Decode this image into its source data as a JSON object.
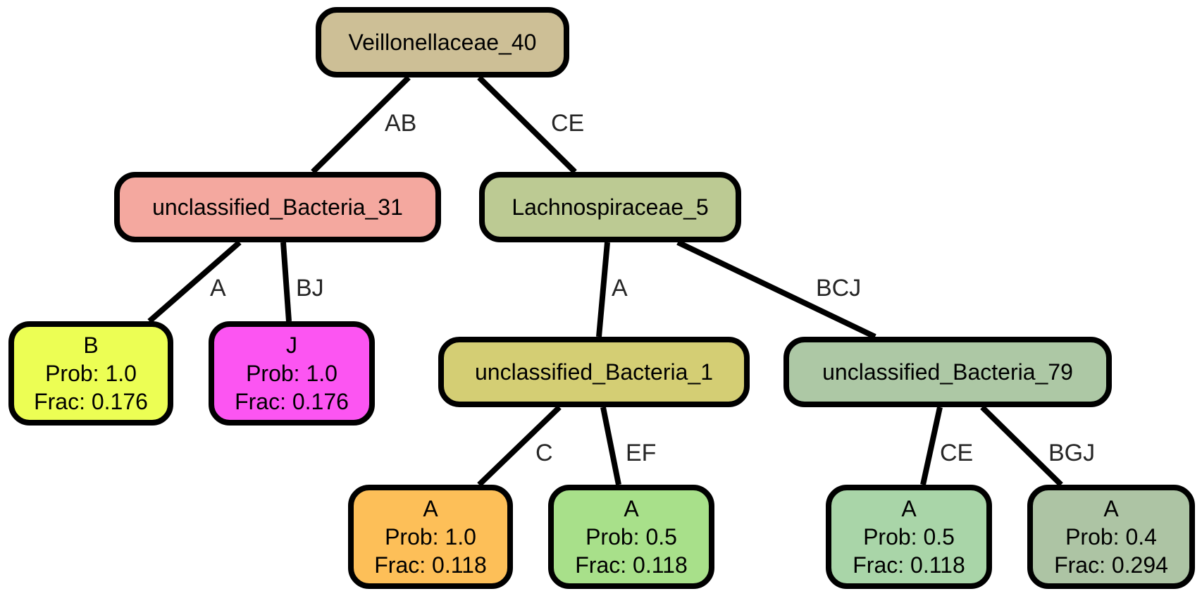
{
  "tree": {
    "nodes": [
      {
        "id": "n_root",
        "lines": [
          "Veillonellaceae_40"
        ],
        "fill": "#cdbf96"
      },
      {
        "id": "n_ub31",
        "lines": [
          "unclassified_Bacteria_31"
        ],
        "fill": "#f4a89f"
      },
      {
        "id": "n_lach5",
        "lines": [
          "Lachnospiraceae_5"
        ],
        "fill": "#bcca93"
      },
      {
        "id": "n_b",
        "lines": [
          "B",
          "Prob: 1.0",
          "Frac: 0.176"
        ],
        "fill": "#ecfe54"
      },
      {
        "id": "n_j",
        "lines": [
          "J",
          "Prob: 1.0",
          "Frac: 0.176"
        ],
        "fill": "#fc55f2"
      },
      {
        "id": "n_ub1",
        "lines": [
          "unclassified_Bacteria_1"
        ],
        "fill": "#d4ce74"
      },
      {
        "id": "n_ub79",
        "lines": [
          "unclassified_Bacteria_79"
        ],
        "fill": "#adc8a5"
      },
      {
        "id": "n_a1",
        "lines": [
          "A",
          "Prob: 1.0",
          "Frac: 0.118"
        ],
        "fill": "#fdbf58"
      },
      {
        "id": "n_a2",
        "lines": [
          "A",
          "Prob: 0.5",
          "Frac: 0.118"
        ],
        "fill": "#a8e08a"
      },
      {
        "id": "n_a3",
        "lines": [
          "A",
          "Prob: 0.5",
          "Frac: 0.118"
        ],
        "fill": "#a9d5a8"
      },
      {
        "id": "n_a4",
        "lines": [
          "A",
          "Prob: 0.4",
          "Frac: 0.294"
        ],
        "fill": "#adc4a4"
      }
    ],
    "edges": [
      {
        "from": "n_root",
        "to": "n_ub31",
        "label": "AB"
      },
      {
        "from": "n_root",
        "to": "n_lach5",
        "label": "CE"
      },
      {
        "from": "n_ub31",
        "to": "n_b",
        "label": "A"
      },
      {
        "from": "n_ub31",
        "to": "n_j",
        "label": "BJ"
      },
      {
        "from": "n_lach5",
        "to": "n_ub1",
        "label": "A"
      },
      {
        "from": "n_lach5",
        "to": "n_ub79",
        "label": "BCJ"
      },
      {
        "from": "n_ub1",
        "to": "n_a1",
        "label": "C"
      },
      {
        "from": "n_ub1",
        "to": "n_a2",
        "label": "EF"
      },
      {
        "from": "n_ub79",
        "to": "n_a3",
        "label": "CE"
      },
      {
        "from": "n_ub79",
        "to": "n_a4",
        "label": "BGJ"
      }
    ]
  }
}
